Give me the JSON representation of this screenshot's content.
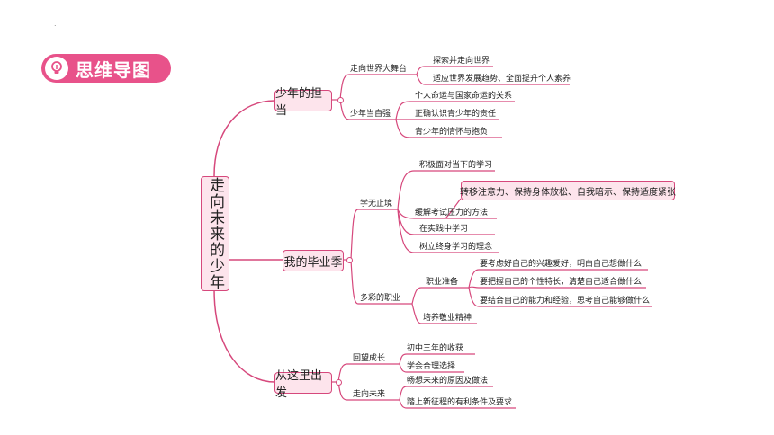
{
  "header": {
    "title": "思维导图",
    "decor_dot": "."
  },
  "root": {
    "text": "走向未来的少年"
  },
  "branches": [
    {
      "text": "少年的担当"
    },
    {
      "text": "我的毕业季"
    },
    {
      "text": "从这里出发"
    }
  ],
  "labels": {
    "zxsj": "走向世界大舞台",
    "tsbzx": "探索并走向世界",
    "syfz": "适应世界发展趋势、全面提升个人素养",
    "snzq": "少年当自强",
    "grmy": "个人命运与国家命运的关系",
    "zqrs": "正确认识青少年的责任",
    "qsnqh": "青少年的情怀与抱负",
    "xwzj": "学无止境",
    "jjmd": "积极面对当下的学习",
    "hjks": "缓解考试压力的方法",
    "zsjz": "在实践中学习",
    "slzs": "树立终身学习的理念",
    "dczy": "多彩的职业",
    "zyzb": "职业准备",
    "yklh": "要考虑好自己的兴趣爱好，明白自己想做什么",
    "ybwh": "要把握自己的个性特长，清楚自己适合做什么",
    "yjhz": "要结合自己的能力和经验，思考自己能够做什么",
    "pyjy": "培养敬业精神",
    "hwcz": "回望成长",
    "czsn": "初中三年的收获",
    "xhhl": "学会合理选择",
    "zxwl": "走向未来",
    "cxwl": "畅想未来的原因及做法",
    "lsxz": "踏上新征程的有利条件及要求"
  },
  "highlight": {
    "text": "转移注意力、保持身体放松、自我暗示、保持适度紧张"
  },
  "colors": {
    "accent": "#d6487c",
    "badge": "#e8528a",
    "node_fill": "#fde4ec"
  }
}
